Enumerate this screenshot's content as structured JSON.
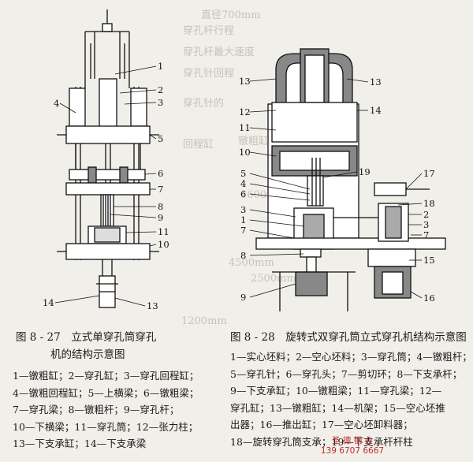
{
  "figure_left": {
    "caption": "图 8 - 27　立式单穿孔筒穿孔",
    "caption_line2": "机的结构示意图",
    "legend": [
      "1—镦粗缸；2—穿孔缸；3—穿孔回程缸；",
      "4—镦粗回程缸；5—上横梁；6—镦粗梁；",
      "7—穿孔梁；8—镦粗杆；9—穿孔杆；",
      "10—下横梁；11—穿孔筒；12—张力柱；",
      "13—下支承缸；14—下支承梁"
    ],
    "callouts": [
      "1",
      "2",
      "3",
      "4",
      "5",
      "6",
      "7",
      "8",
      "9",
      "11",
      "10",
      "14",
      "13"
    ]
  },
  "figure_right": {
    "caption": "图 8 - 28　旋转式双穿孔筒立式穿孔机结构示意图",
    "legend": [
      "1—实心坯料；2—空心坯料；3—穿孔筒；4—镦粗杆；",
      "5—穿孔针；6—穿孔头；7—剪切环；8—下支承杆；",
      "9—下支承缸；10—镦粗梁；11—穿孔梁；12—",
      "穿孔缸；13—镦粗缸；14—机架；15—空心坯推",
      "出器；16—推出缸；17—空心坯卸料器；",
      "18—旋转穿孔筒支承；19—下支承杆杆柱"
    ],
    "callouts": [
      "13",
      "13",
      "12",
      "14",
      "11",
      "10",
      "5",
      "4",
      "6",
      "3",
      "1",
      "7",
      "8",
      "9",
      "19",
      "17",
      "18",
      "2",
      "3",
      "7",
      "15",
      "16"
    ]
  },
  "stamp": {
    "line1": "圣 德 钢 业",
    "line2": "139 6707 6667"
  },
  "bleed_text": [
    "直径700mm",
    "穿孔杆行程",
    "穿孔杆最大速度",
    "穿孔针回程",
    "穿孔针的",
    "镦粗缸100mm",
    "回程缸",
    "1600mm",
    "1200mm",
    "4500mm",
    "2500mm"
  ]
}
